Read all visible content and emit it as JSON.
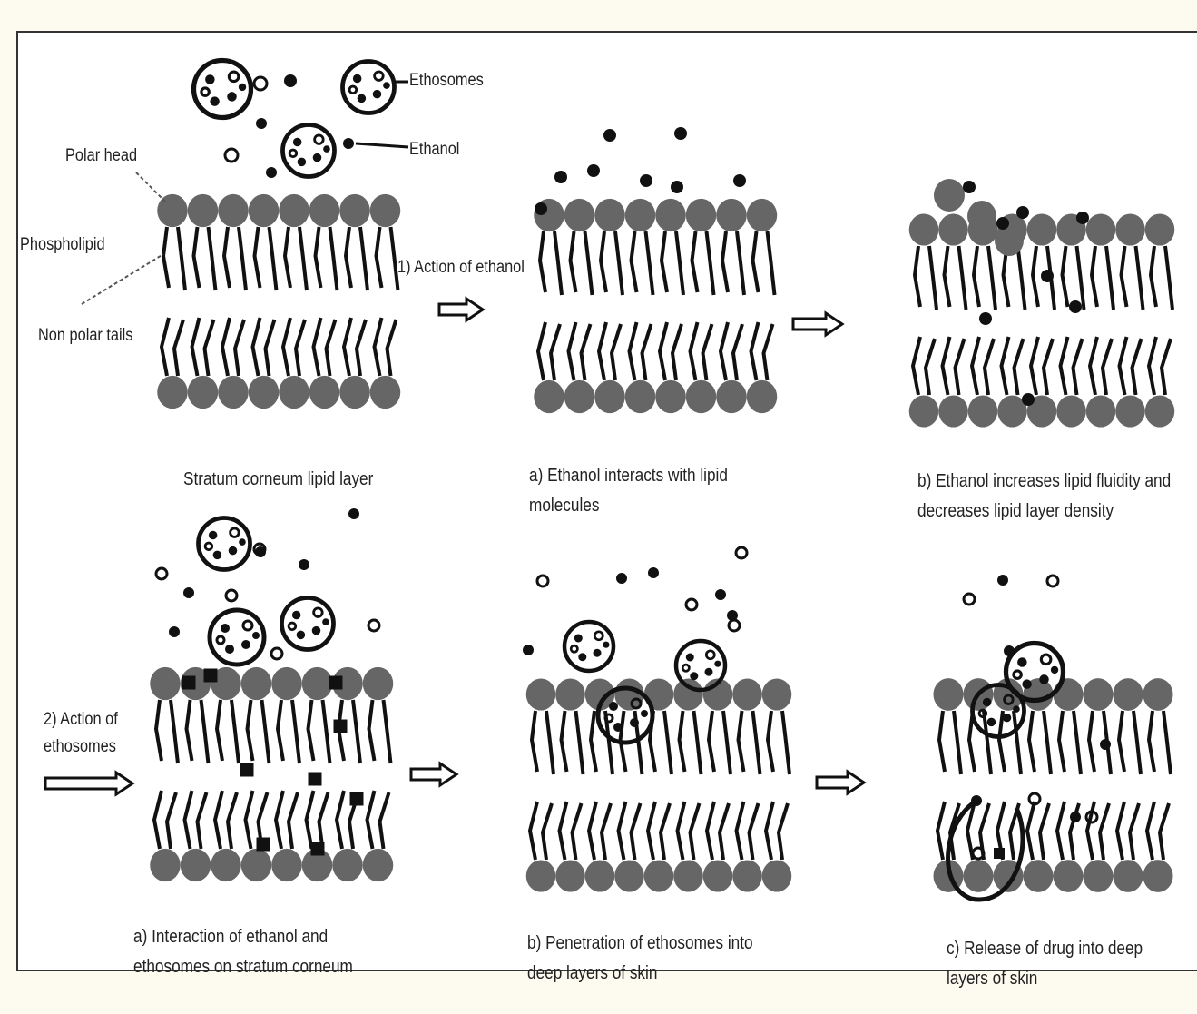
{
  "labels": {
    "ethosomes": "Ethosomes",
    "ethanol": "Ethanol",
    "polar_head": "Polar head",
    "phospholipid": "Phospholipid",
    "non_polar_tails": "Non polar tails",
    "action_of_ethanol": "1) Action of ethanol",
    "action_of_ethosomes_line1": "2) Action of",
    "action_of_ethosomes_line2": "ethosomes"
  },
  "captions": {
    "stratum_corneum": "Stratum corneum lipid layer",
    "ethanol_interacts_1": "a) Ethanol interacts with lipid",
    "ethanol_interacts_2": "molecules",
    "fluidity_1": "b) Ethanol increases lipid fluidity and",
    "fluidity_2": "decreases lipid layer density",
    "interaction_1": "a) Interaction of ethanol and",
    "interaction_2": "ethosomes on stratum corneum",
    "penetration_1": "b) Penetration of ethosomes into",
    "penetration_2": "deep layers of skin",
    "release_1": "c) Release of drug into deep",
    "release_2": "layers of skin"
  },
  "colors": {
    "head_fill": "#666666",
    "ink": "#111111",
    "background": "#fdfbf0",
    "panel": "#ffffff"
  }
}
